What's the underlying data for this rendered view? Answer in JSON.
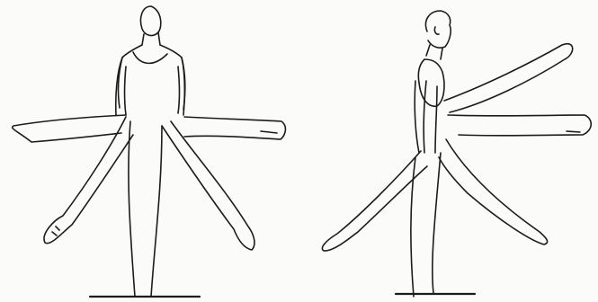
{
  "figures": [
    {
      "view": "front",
      "leg_positions": [
        "side-left",
        "side-right",
        "low-diagonal-left",
        "low-diagonal-right"
      ]
    },
    {
      "view": "side",
      "leg_positions": [
        "front-low",
        "back-low",
        "back-horizontal",
        "back-high"
      ]
    }
  ],
  "colors": {
    "ink": "#1c1c1c",
    "paper": "#fbfbf9"
  }
}
